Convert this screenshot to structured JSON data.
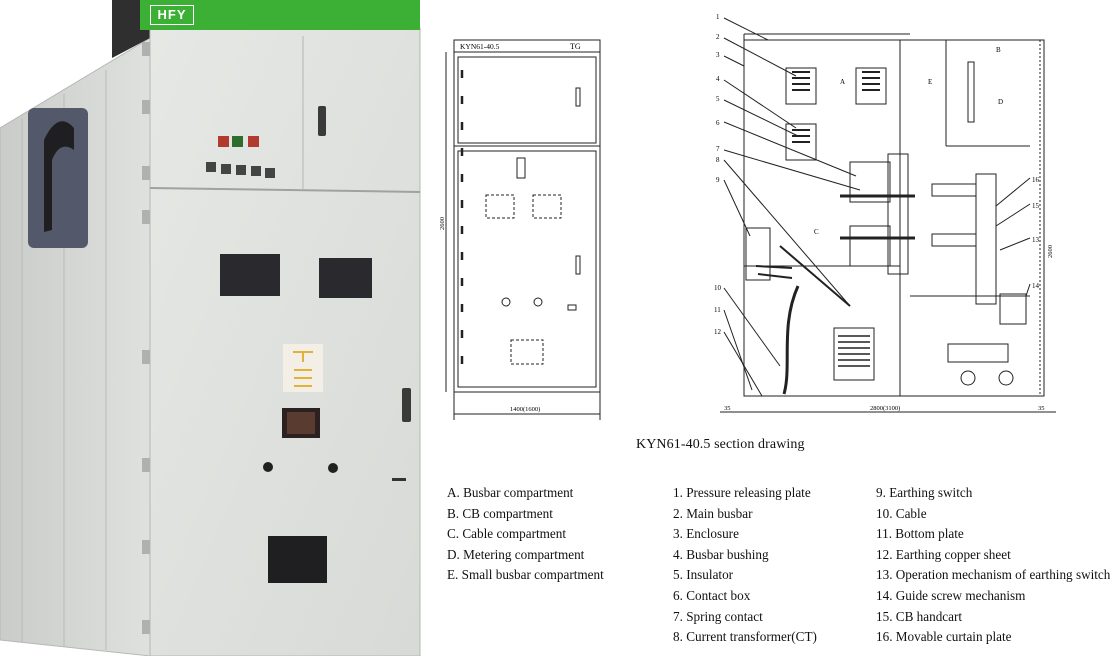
{
  "brand": {
    "logo_text": "HFY",
    "accent_color": "#3cb034"
  },
  "front_drawing": {
    "model_label": "KYN61-40.5",
    "tag_label": "TG",
    "height_dim": "2600",
    "width_dim": "1400(1600)"
  },
  "section_drawing": {
    "caption": "KYN61-40.5  section drawing",
    "compartment_letters": [
      "A",
      "B",
      "C",
      "D",
      "E"
    ],
    "part_numbers": [
      "1",
      "2",
      "3",
      "4",
      "5",
      "6",
      "7",
      "8",
      "9",
      "10",
      "11",
      "12",
      "13",
      "14",
      "15",
      "16"
    ],
    "depth_dim": "2800(3100)",
    "height_dim": "2600",
    "edge_dim": "35"
  },
  "legend_compartments": [
    "A. Busbar compartment",
    "B. CB compartment",
    "C. Cable compartment",
    "D. Metering compartment",
    "E. Small busbar compartment"
  ],
  "legend_parts_1": [
    "1. Pressure releasing plate",
    "2. Main busbar",
    "3. Enclosure",
    "4. Busbar bushing",
    "5. Insulator",
    "6. Contact box",
    "7. Spring contact",
    "8. Current transformer(CT)"
  ],
  "legend_parts_2": [
    "9. Earthing switch",
    "10. Cable",
    "11. Bottom plate",
    "12. Earthing copper sheet",
    "13. Operation mechanism of earthing switch",
    "14. Guide screw mechanism",
    "15. CB handcart",
    "16. Movable curtain plate"
  ]
}
